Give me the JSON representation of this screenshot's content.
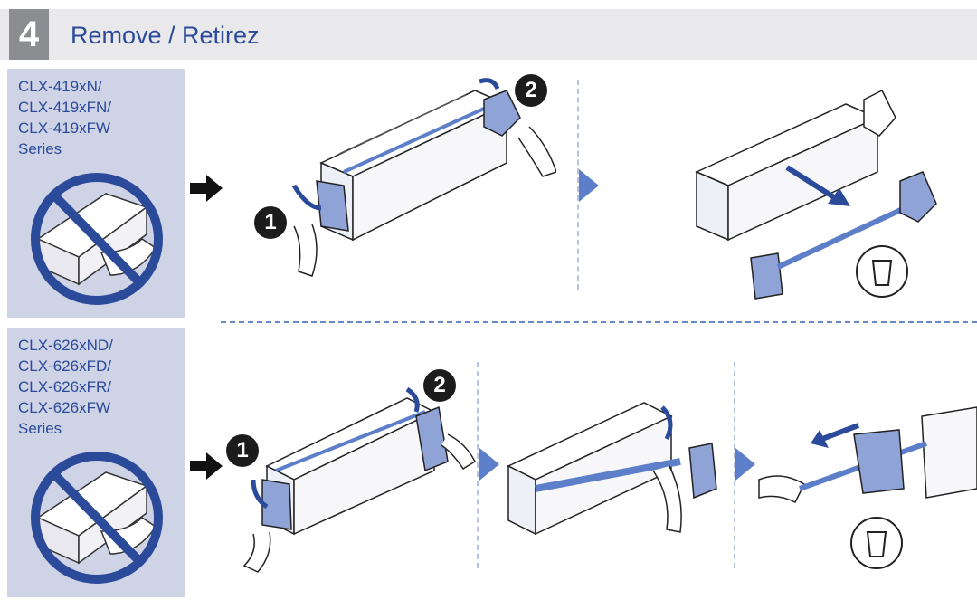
{
  "header": {
    "step": "4",
    "title": "Remove / Retirez"
  },
  "section1": {
    "models": [
      "CLX-419xN/",
      "CLX-419xFN/",
      "CLX-419xFW",
      "Series"
    ],
    "callouts": [
      "1",
      "2"
    ]
  },
  "section2": {
    "models": [
      "CLX-626xND/",
      "CLX-626xFD/",
      "CLX-626xFR/",
      "CLX-626xFW",
      "Series"
    ],
    "callouts": [
      "1",
      "2"
    ]
  },
  "colors": {
    "accent": "#2b4a9a",
    "panel": "#cfd3e6",
    "header": "#e9e9ec",
    "step_box": "#8b8d90",
    "triangle": "#5d7fc9"
  },
  "icons": [
    "no-entry-icon",
    "trash-bin-icon",
    "right-arrow-icon",
    "next-triangle-icon"
  ]
}
